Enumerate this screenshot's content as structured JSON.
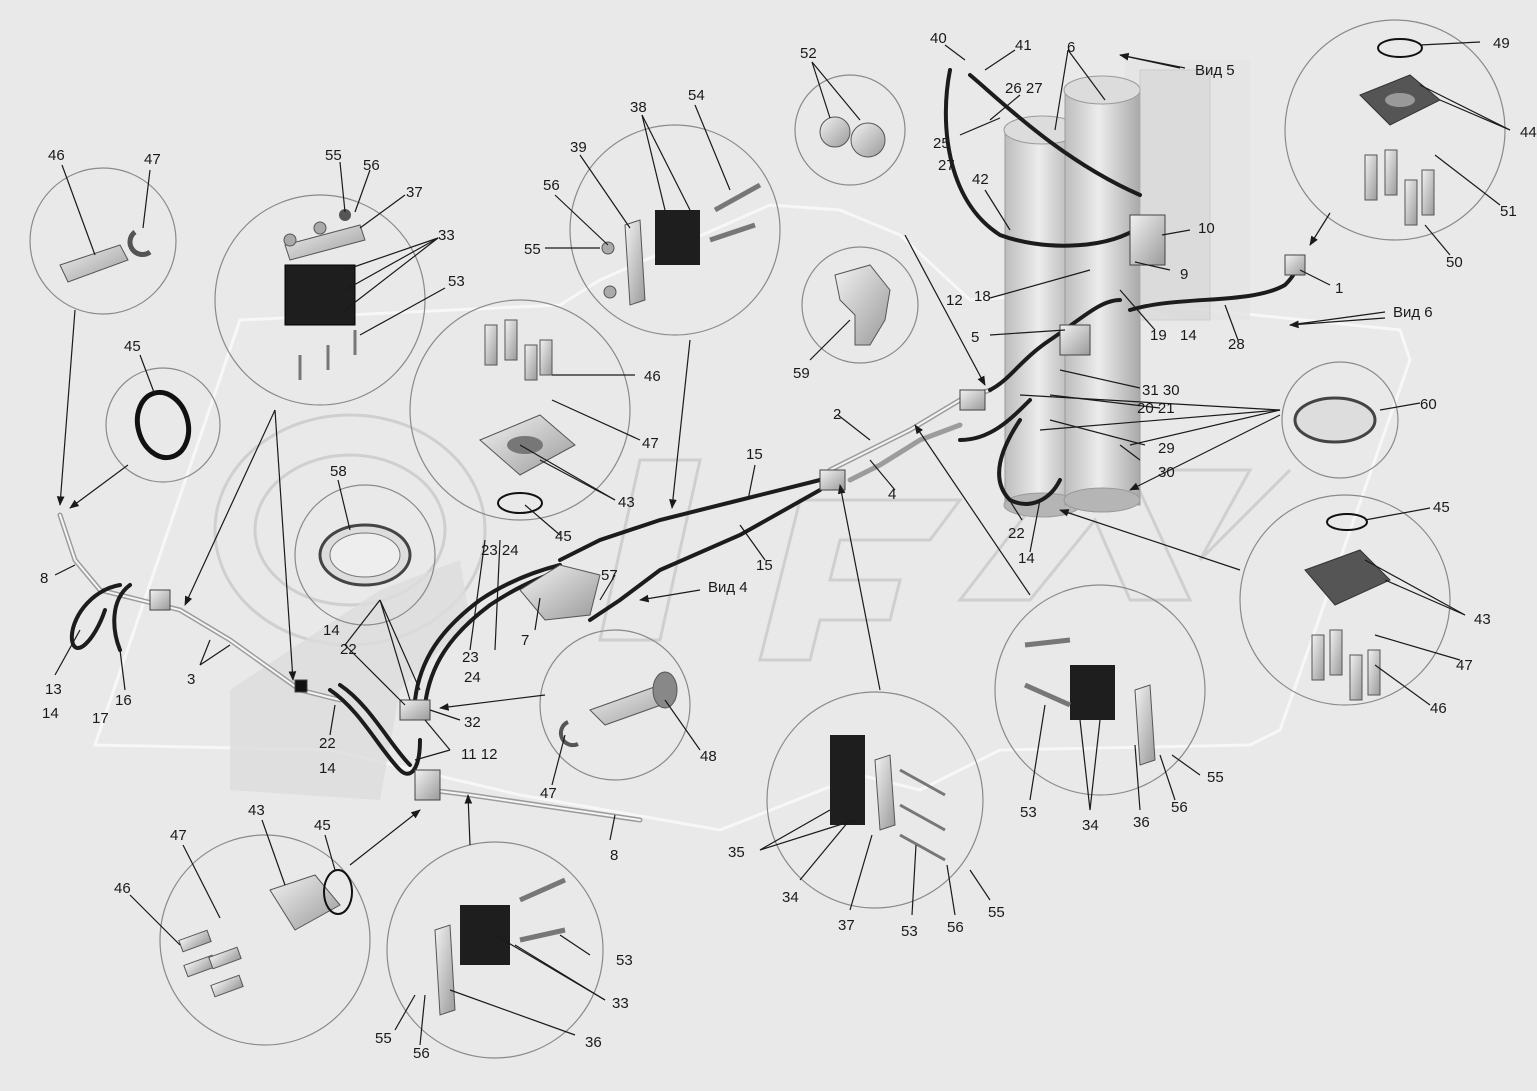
{
  "diagram": {
    "view_labels": {
      "vid4": "Вид 4",
      "vid5": "Вид 5",
      "vid6": "Вид 6"
    },
    "callouts": {
      "c1": "1",
      "c2": "2",
      "c3": "3",
      "c4": "4",
      "c5": "5",
      "c6": "6",
      "c7": "7",
      "c8a": "8",
      "c8b": "8",
      "c9": "9",
      "c10": "10",
      "c11_12a": "11 12",
      "c12": "12",
      "c13": "13",
      "c14a": "14",
      "c14b": "14",
      "c14c": "14",
      "c14d": "14",
      "c14e": "14",
      "c15a": "15",
      "c15b": "15",
      "c16": "16",
      "c17": "17",
      "c18": "18",
      "c19": "19",
      "c20_21": "20 21",
      "c22a": "22",
      "c22b": "22",
      "c22c": "22",
      "c23_24a": "23  24",
      "c23": "23",
      "c24": "24",
      "c25": "25",
      "c26_27": "26 27",
      "c27": "27",
      "c28": "28",
      "c29": "29",
      "c30a": "30",
      "c31_30": "31 30",
      "c32": "32",
      "c33a": "33",
      "c33b": "33",
      "c34a": "34",
      "c34b": "34",
      "c35": "35",
      "c36a": "36",
      "c36b": "36",
      "c37a": "37",
      "c37b": "37",
      "c38": "38",
      "c39": "39",
      "c40": "40",
      "c41": "41",
      "c42": "42",
      "c43a": "43",
      "c43b": "43",
      "c43c": "43",
      "c44": "44",
      "c45a": "45",
      "c45b": "45",
      "c45c": "45",
      "c45d": "45",
      "c46a": "46",
      "c46b": "46",
      "c46c": "46",
      "c46d": "46",
      "c47a": "47",
      "c47b": "47",
      "c47c": "47",
      "c47d": "47",
      "c47e": "47",
      "c48": "48",
      "c49": "49",
      "c50": "50",
      "c51": "51",
      "c52": "52",
      "c53a": "53",
      "c53b": "53",
      "c53c": "53",
      "c53d": "53",
      "c54": "54",
      "c55a": "55",
      "c55b": "55",
      "c55c": "55",
      "c55d": "55",
      "c55e": "55",
      "c56a": "56",
      "c56b": "56",
      "c56c": "56",
      "c56d": "56",
      "c56e": "56",
      "c57": "57",
      "c58": "58",
      "c59": "59",
      "c60": "60"
    },
    "colors": {
      "background": "#e9e9e9",
      "line": "#1a1a1a",
      "circle": "#8a8a8a",
      "hose": "#1c1c1c",
      "metal": "#b8b8b8",
      "cylinder": "#c9c9c9",
      "watermark": "#d2d2d2"
    }
  }
}
